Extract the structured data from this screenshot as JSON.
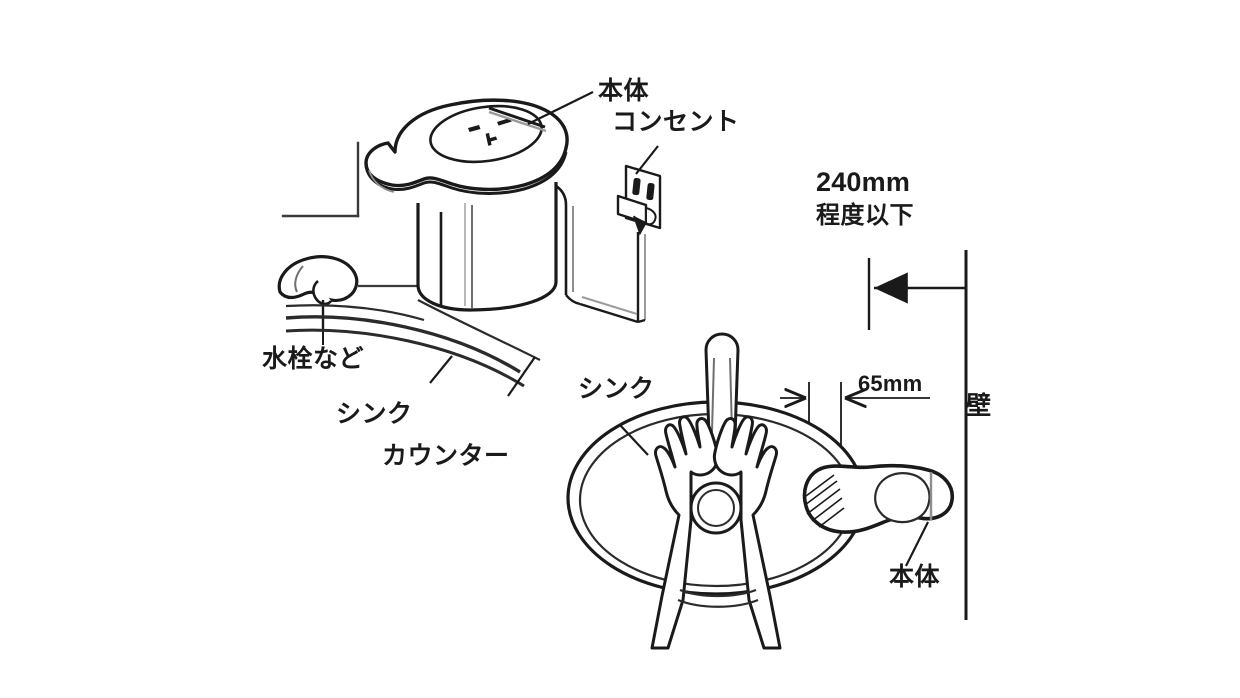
{
  "figure": {
    "kind": "installation-diagram",
    "description": "Automatic soap dispenser installation placement diagram",
    "ink_color": "#1a1a1a",
    "line_color": "#2b2b2b",
    "background": "#ffffff"
  },
  "labels": {
    "main_unit_top": "本体",
    "outlet": "コンセント",
    "faucet_etc": "水栓など",
    "sink_upper": "シンク",
    "counter": "カウンター",
    "sink_lower": "シンク",
    "main_unit_bottom": "本体",
    "wall": "壁"
  },
  "dimensions": {
    "depth": {
      "value": "240mm",
      "qualifier": "程度以下",
      "arrow": "left-filled"
    },
    "clearance": {
      "value": "65mm",
      "arrow": "double-inward"
    }
  },
  "icons": {
    "outlet": "power-outlet-icon",
    "plug": "power-plug-icon",
    "faucet": "faucet-icon",
    "hands": "hands-icon",
    "drain": "drain-icon",
    "dispenser": "soap-dispenser-icon",
    "sensor_hatch": "sensor-hatch-icon"
  }
}
